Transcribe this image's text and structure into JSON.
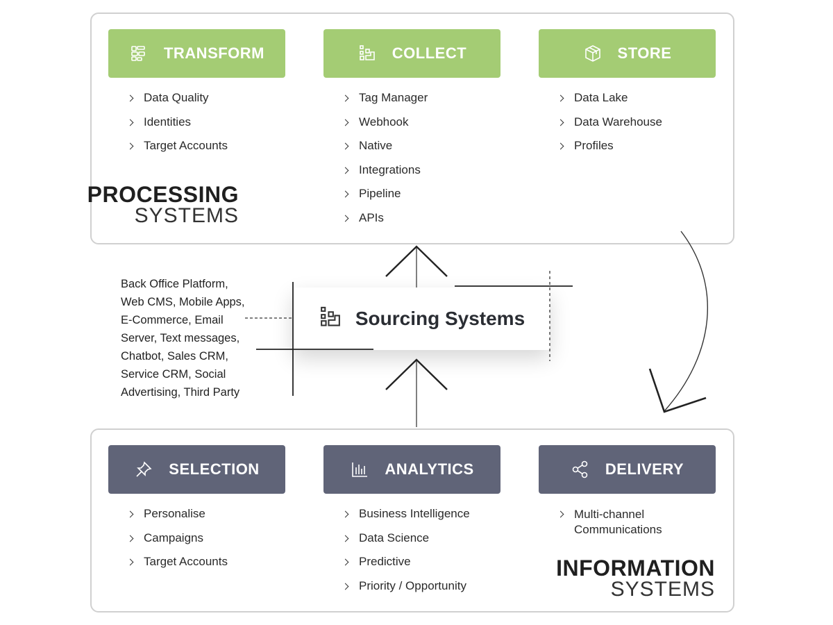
{
  "processing": {
    "title_strong": "PROCESSING",
    "title_light": "SYSTEMS",
    "columns": [
      {
        "label": "TRANSFORM",
        "icon": "transform-icon",
        "items": [
          "Data Quality",
          "Identities",
          "Target Accounts"
        ]
      },
      {
        "label": "COLLECT",
        "icon": "collect-icon",
        "items": [
          "Tag Manager",
          "Webhook",
          "Native",
          "Integrations",
          "Pipeline",
          "APIs"
        ]
      },
      {
        "label": "STORE",
        "icon": "box-icon",
        "items": [
          "Data Lake",
          "Data Warehouse",
          "Profiles"
        ]
      }
    ]
  },
  "sourcing": {
    "label": "Sourcing Systems",
    "icon": "collect-icon",
    "sources_lines": [
      "Back Office Platform,",
      "Web CMS, Mobile Apps,",
      "E-Commerce, Email",
      "Server, Text messages,",
      "Chatbot, Sales CRM,",
      "Service CRM, Social",
      "Advertising, Third Party"
    ]
  },
  "information": {
    "title_strong": "INFORMATION",
    "title_light": "SYSTEMS",
    "columns": [
      {
        "label": "SELECTION",
        "icon": "pin-icon",
        "items": [
          "Personalise",
          "Campaigns",
          "Target Accounts"
        ]
      },
      {
        "label": "ANALYTICS",
        "icon": "bar-chart-icon",
        "items": [
          "Business Intelligence",
          "Data Science",
          "Predictive",
          "Priority / Opportunity"
        ]
      },
      {
        "label": "DELIVERY",
        "icon": "share-icon",
        "items": [
          "Multi-channel",
          "Communications"
        ]
      }
    ]
  },
  "colors": {
    "green": "#a4cc74",
    "slate": "#606478",
    "border": "#d0d0d0"
  }
}
